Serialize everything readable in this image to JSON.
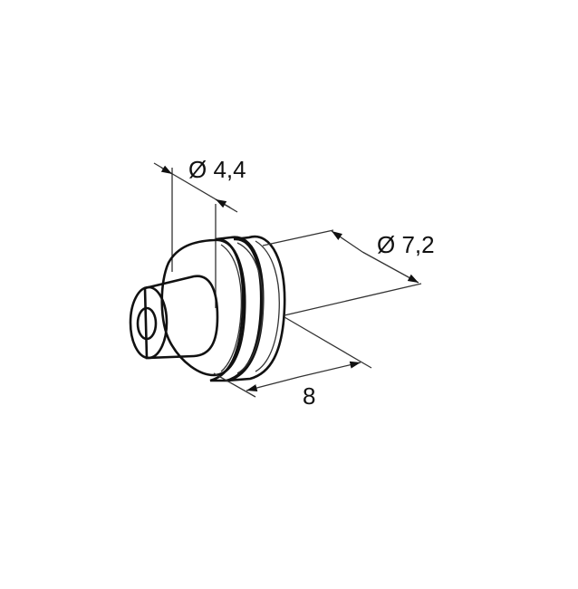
{
  "diagram": {
    "subject": "cylindrical seal / single wire seal, isometric view",
    "body_color": "#a9a9a9",
    "line_color": "#111111",
    "background": "#ffffff",
    "dimensions": {
      "small_diameter": {
        "label": "Ø 4,4"
      },
      "large_diameter": {
        "label": "Ø 7,2"
      },
      "length": {
        "label": "8"
      }
    }
  }
}
